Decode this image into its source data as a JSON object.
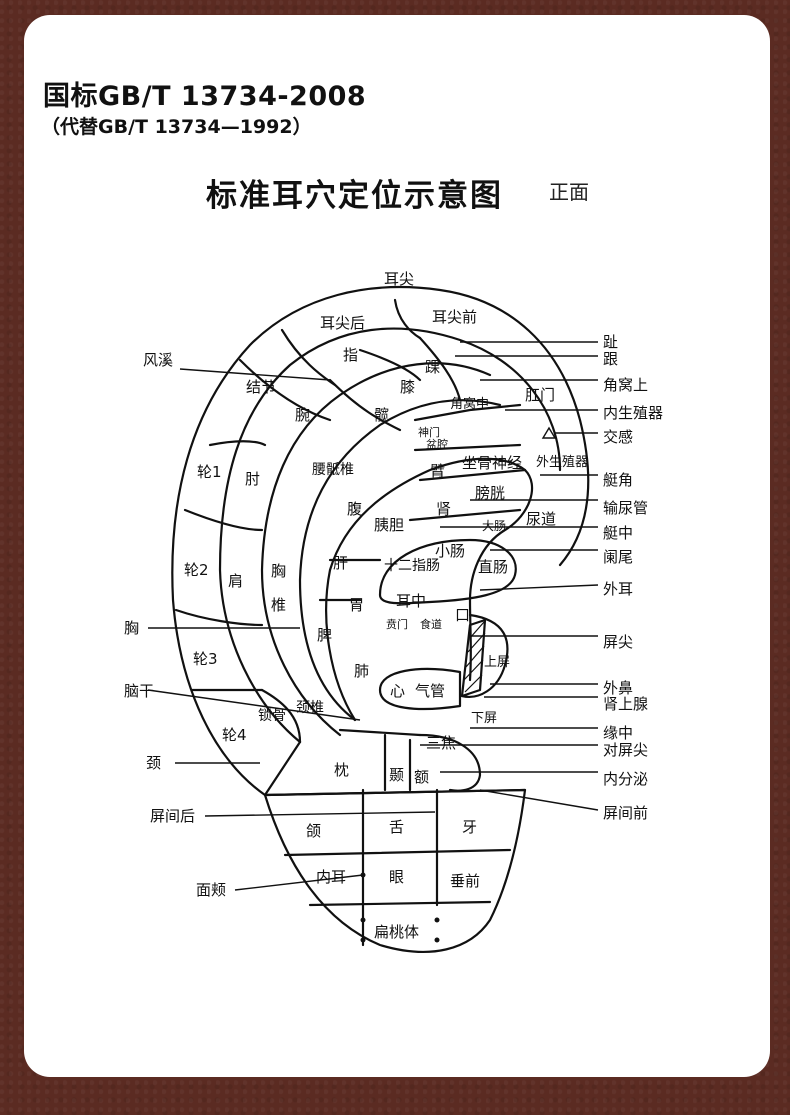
{
  "header": {
    "standard": "国标GB/T 13734-2008",
    "replaces": "（代替GB/T 13734—1992）",
    "title": "标准耳穴定位示意图",
    "view": "正面"
  },
  "ear": {
    "top": "耳尖",
    "inner_labels": {
      "erjianhou": "耳尖后",
      "erjianqian": "耳尖前",
      "zhi": "指",
      "huai": "踝",
      "jiejie": "结节",
      "xi": "膝",
      "wan": "腕",
      "kuan": "髋",
      "lun1": "轮1",
      "zhou": "肘",
      "yaodizhui": "腰骶椎",
      "shenmen": "神门",
      "penqiang": "盆腔",
      "jiaowozhong": "角窝中",
      "bi": "臂",
      "zuogushenjing": "坐骨神经",
      "fu": "腹",
      "yidan": "胰胆",
      "shen": "肾",
      "pangguang": "膀胱",
      "lun2": "轮2",
      "jian": "肩",
      "xiong": "胸",
      "zhui": "椎",
      "gan": "肝",
      "shierzhichang": "十二指肠",
      "xiaochang": "小肠",
      "dachang": "大肠",
      "zhichang": "直肠",
      "niaodao": "尿道",
      "erzhong": "耳中",
      "wei": "胃",
      "pi": "脾",
      "benmen": "贲门",
      "shidao": "食道",
      "kou": "口",
      "shangping": "上屏",
      "lun3": "轮3",
      "fei": "肺",
      "xin": "心",
      "qiguan": "气管",
      "xiaping": "下屏",
      "suogu": "锁骨",
      "jingzhui": "颈椎",
      "lun4": "轮4",
      "sanjiao": "三焦",
      "zhen": "枕",
      "nie": "颞",
      "e": "额",
      "he": "颌",
      "she": "舌",
      "ya": "牙",
      "neier": "内耳",
      "yan": "眼",
      "chuiqian": "垂前",
      "biantaoti": "扁桃体",
      "waishengzhiqi": "外生殖器"
    },
    "callouts_right": [
      "趾",
      "跟",
      "角窝上",
      "肛门",
      "内生殖器",
      "交感",
      "外生殖器",
      "艇角",
      "输尿管",
      "艇中",
      "阑尾",
      "外耳",
      "屏尖",
      "外鼻",
      "肾上腺",
      "缘中",
      "对屏尖",
      "内分泌",
      "屏间前"
    ],
    "callouts_left": [
      "风溪",
      "胸",
      "脑干",
      "颈",
      "屏间后",
      "面颊"
    ]
  }
}
